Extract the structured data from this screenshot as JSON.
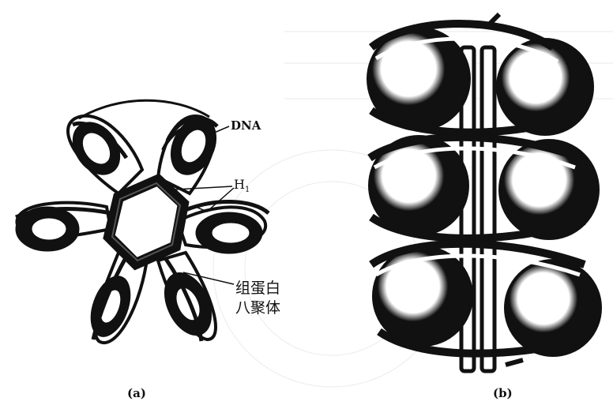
{
  "labels": {
    "dna": "DNA",
    "h1_base": "H",
    "h1_sub": "1",
    "octamer_line1": "组蛋白",
    "octamer_line2": "八聚体",
    "panel_a": "(a)",
    "panel_b": "(b)"
  },
  "colors": {
    "ink": "#111111",
    "paper": "#ffffff",
    "bleed": "#d6d6d6"
  }
}
